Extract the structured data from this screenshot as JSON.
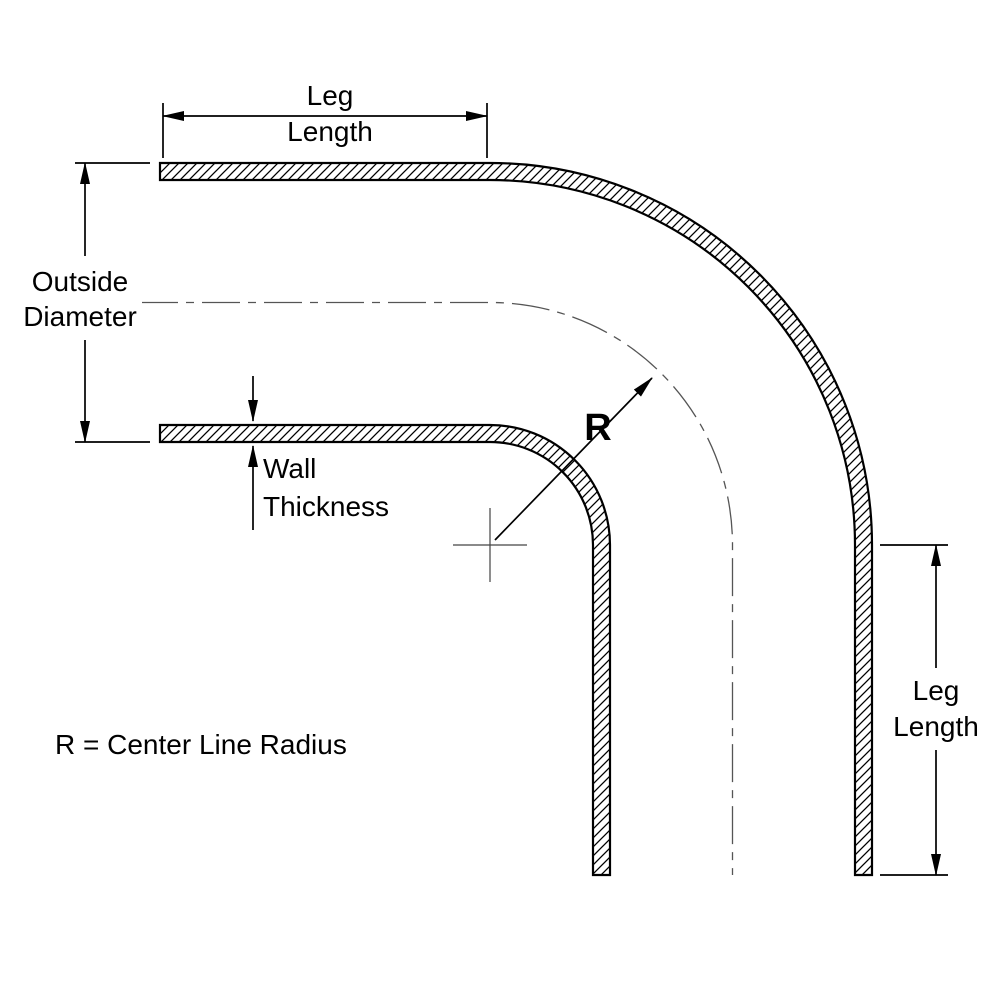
{
  "diagram": {
    "colors": {
      "line": "#000000",
      "centerline": "#555555",
      "accent_red": "#e8150d",
      "background": "#ffffff"
    },
    "labels": {
      "leg_length_top": {
        "lines": [
          "Leg",
          "Length"
        ]
      },
      "outside_diameter": {
        "lines": [
          "Outside",
          "Diameter"
        ]
      },
      "wall_thickness": {
        "lines": [
          "Wall",
          "Thickness"
        ]
      },
      "radius_symbol": "R",
      "leg_length_right": {
        "lines": [
          "Leg",
          "Length"
        ]
      },
      "legend": "R = Center Line Radius"
    }
  }
}
